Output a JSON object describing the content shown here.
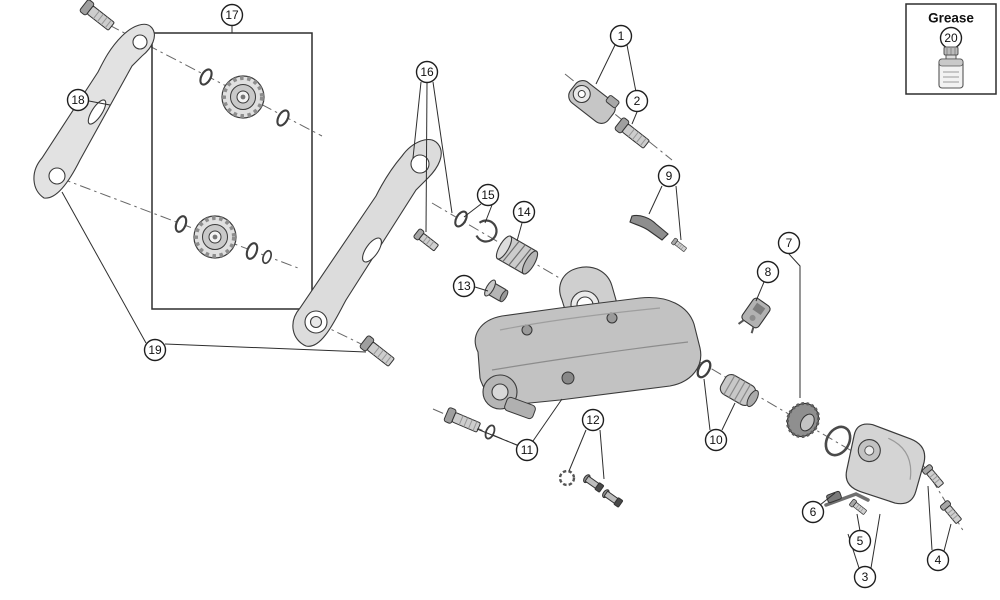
{
  "grease_box": {
    "title": "Grease"
  },
  "callout_labels": [
    "1",
    "2",
    "3",
    "4",
    "5",
    "6",
    "7",
    "8",
    "9",
    "10",
    "11",
    "12",
    "13",
    "14",
    "15",
    "16",
    "17",
    "18",
    "19",
    "20"
  ],
  "colors": {
    "line": "#2e2e2e",
    "axis_line": "#666666",
    "part_fill_light": "#e0e0e0",
    "part_fill_mid": "#c6c6c6",
    "part_fill_dark": "#8f8f8f",
    "background": "#ffffff"
  },
  "icons": {
    "grease_tube": "grease-tube-icon"
  }
}
